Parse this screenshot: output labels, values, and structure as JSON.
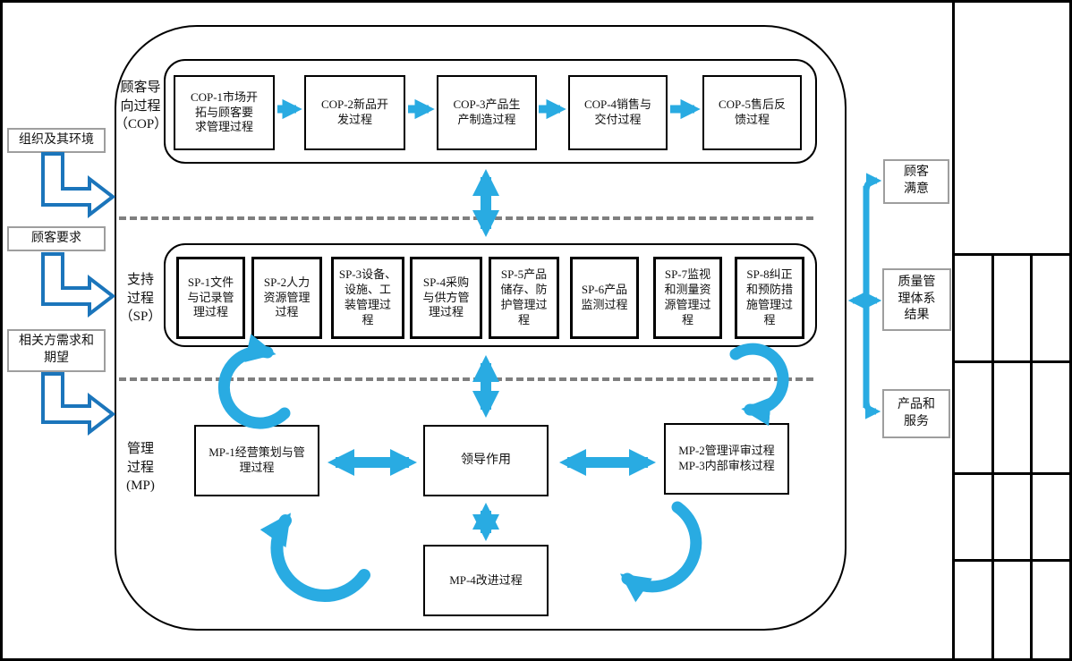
{
  "diagram": {
    "left_inputs": [
      "组织及其环境",
      "顾客要求",
      "相关方需求和\n期望"
    ],
    "cop_row": {
      "label": "顾客导\n向过程\n（COP）",
      "boxes": [
        "COP-1市场开\n拓与顾客要\n求管理过程",
        "COP-2新品开\n发过程",
        "COP-3产品生\n产制造过程",
        "COP-4销售与\n交付过程",
        "COP-5售后反\n馈过程"
      ]
    },
    "sp_row": {
      "label": "支持\n过程\n（SP）",
      "boxes": [
        "SP-1文件\n与记录管\n理过程",
        "SP-2人力\n资源管理\n过程",
        "SP-3设备、\n设施、工\n装管理过\n程",
        "SP-4采购\n与供方管\n理过程",
        "SP-5产品\n储存、防\n护管理过\n程",
        "SP-6产品\n监测过程",
        "SP-7监视\n和测量资\n源管理过\n程",
        "SP-8纠正\n和预防措\n施管理过\n程"
      ]
    },
    "mp_row": {
      "label": "管理\n过程\n(MP)",
      "mp1": "MP-1经营策划与管\n理过程",
      "leadership": "领导作用",
      "mp23": "MP-2管理评审过程\nMP-3内部审核过程",
      "mp4": "MP-4改进过程"
    },
    "right_outputs": [
      "顾客\n满意",
      "质量管\n理体系\n结果",
      "产品和\n服务"
    ],
    "colors": {
      "flow_arrow": "#29abe2",
      "input_arrow_outline": "#1b75bb",
      "dashed_line": "#7f7f7f",
      "process_box_border": "#000000",
      "side_box_border": "#9e9e9e"
    }
  }
}
